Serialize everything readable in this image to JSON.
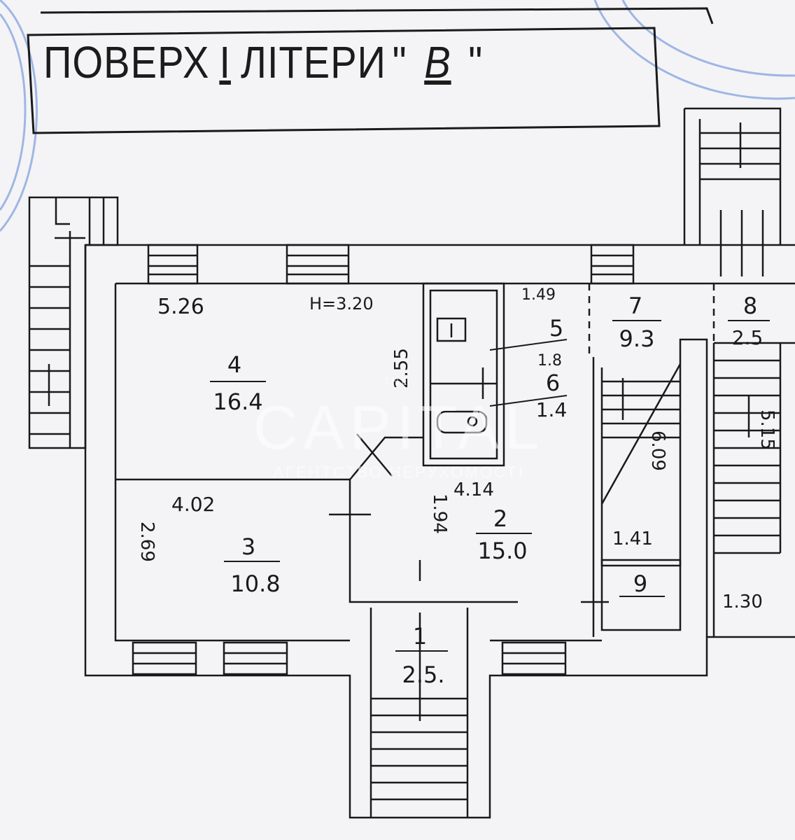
{
  "title": {
    "prefix": "ПОВЕРХ",
    "floor": "I",
    "middle": "ЛІТЕРИ",
    "quote_open": "\"",
    "letter": "В",
    "quote_close": "\""
  },
  "dimensions": {
    "d_526": "5.26",
    "height": "H=3.20",
    "d_255": "2.55",
    "d_149": "1.49",
    "d_18": "1.8",
    "d_414": "4.14",
    "d_402": "4.02",
    "d_269": "2.69",
    "d_194": "1.94",
    "d_609": "6.09",
    "d_141": "1.41",
    "d_130": "1.30",
    "d_515": "5.15"
  },
  "rooms": [
    {
      "num": "1",
      "area": "2.5."
    },
    {
      "num": "2",
      "area": "15.0"
    },
    {
      "num": "3",
      "area": "10.8"
    },
    {
      "num": "4",
      "area": "16.4"
    },
    {
      "num": "5",
      "area": ""
    },
    {
      "num": "6",
      "area": "1.4"
    },
    {
      "num": "7",
      "area": "9.3"
    },
    {
      "num": "8",
      "area": "2.5"
    },
    {
      "num": "9",
      "area": ""
    }
  ],
  "watermark": {
    "the": "THE",
    "brand": "CAPITAL",
    "sub": "АГЕНТСТВО НЕРУХОМОСТІ"
  },
  "colors": {
    "ink": "#1a1a1a",
    "paper": "#f4f4f6",
    "stamp": "#8fa8d8"
  }
}
